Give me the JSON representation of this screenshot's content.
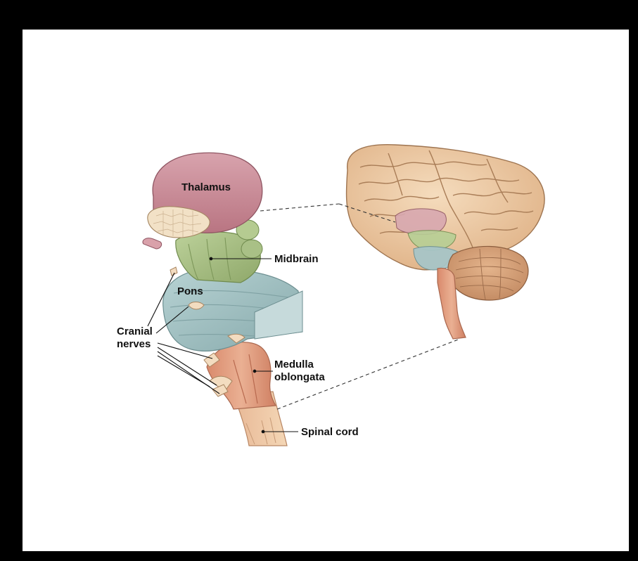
{
  "labels": {
    "thalamus": "Thalamus",
    "midbrain": "Midbrain",
    "pons": "Pons",
    "cranial_nerves_line1": "Cranial",
    "cranial_nerves_line2": "nerves",
    "medulla_line1": "Medulla",
    "medulla_line2": "oblongata",
    "spinal_cord": "Spinal cord"
  },
  "colors": {
    "frame": "#000000",
    "background": "#ffffff",
    "thalamus": "#c98a95",
    "midbrain": "#a9bf86",
    "pons": "#9fbfc1",
    "medulla": "#e5a285",
    "spinal_cord": "#f0c9a4",
    "cerebrum": "#eec9a2",
    "cerebellum": "#d6a078"
  }
}
